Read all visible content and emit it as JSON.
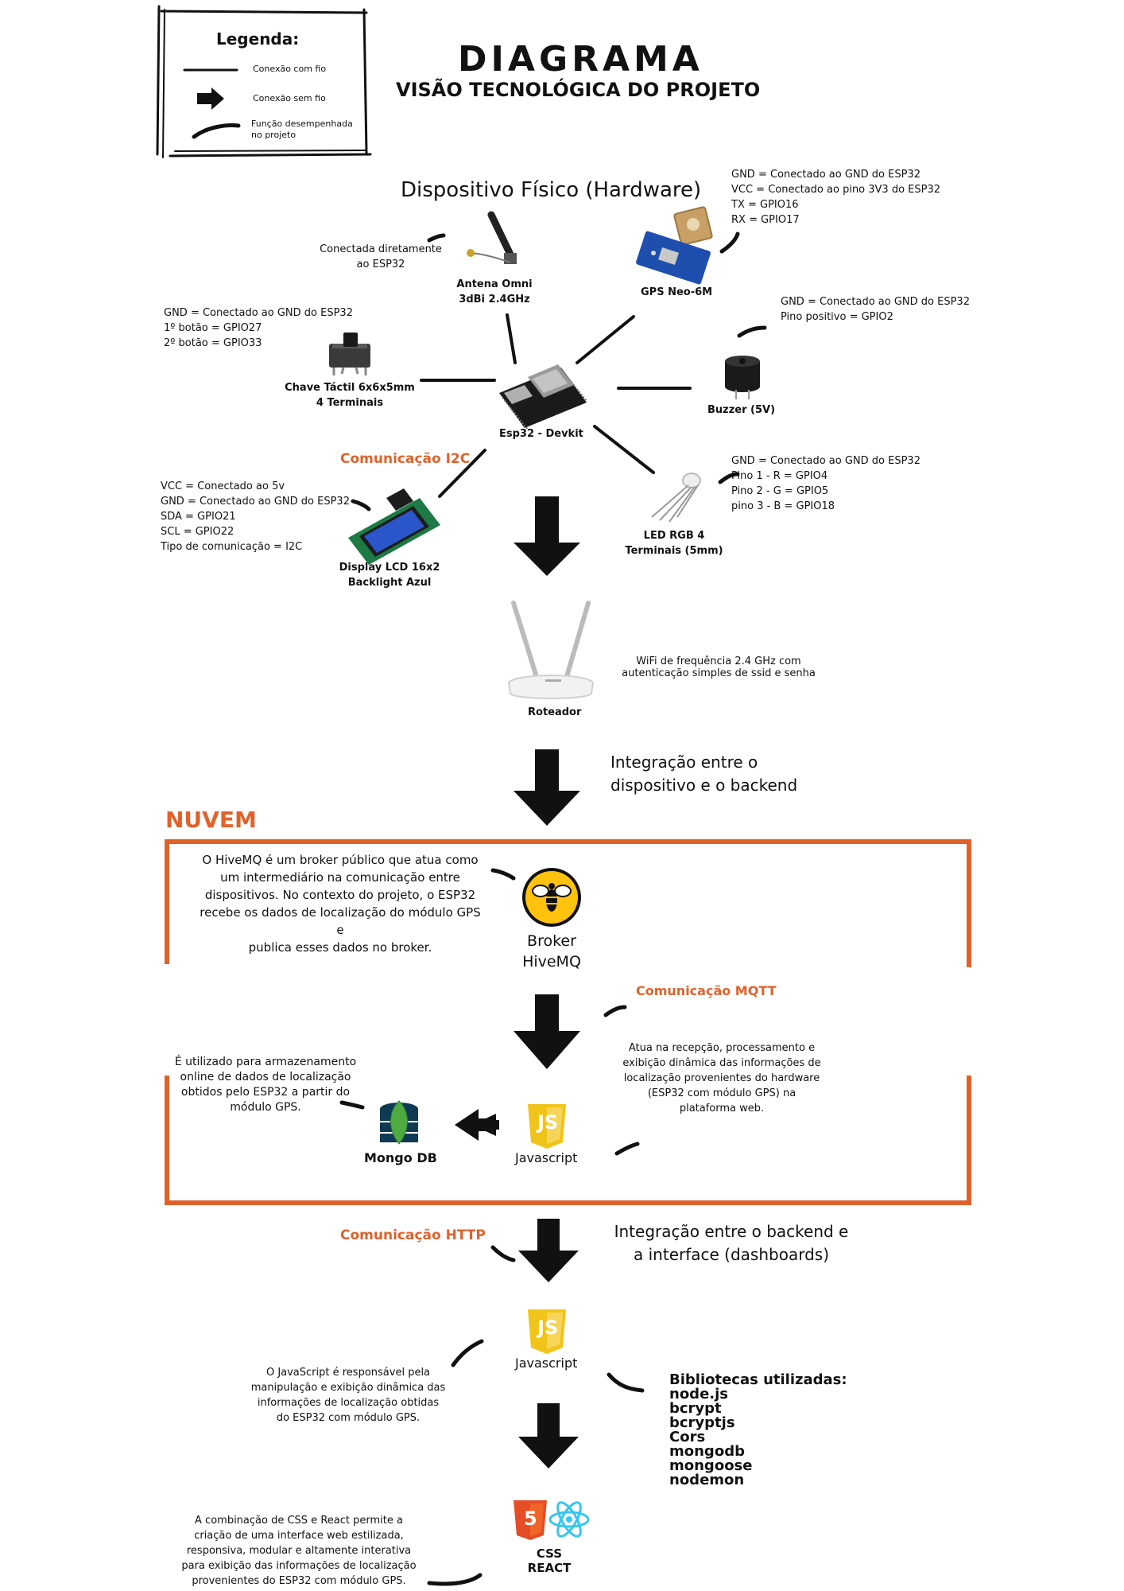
{
  "legend": {
    "title": "Legenda:",
    "wired": "Conexão com fio",
    "wireless": "Conexão sem fio",
    "function": "Função desempenhada\nno projeto"
  },
  "header": {
    "title": "DIAGRAMA",
    "subtitle": "VISÃO TECNOLÓGICA DO PROJETO"
  },
  "hardware": {
    "title": "Dispositivo Físico (Hardware)",
    "antenna": {
      "label": "Antena Omni\n3dBi 2.4GHz",
      "note": "Conectada diretamente\nao ESP32"
    },
    "gps": {
      "label": "GPS Neo-6M",
      "note": "GND = Conectado ao GND do ESP32\nVCC = Conectado ao pino 3V3 do ESP32\nTX = GPIO16\nRX = GPIO17"
    },
    "button": {
      "label": "Chave Táctil 6x6x5mm\n4 Terminais",
      "note": "GND = Conectado ao GND do ESP32\n1º botão = GPIO27\n2º botão = GPIO33"
    },
    "buzzer": {
      "label": "Buzzer (5V)",
      "note": "GND = Conectado ao GND do ESP32\nPino positivo = GPIO2"
    },
    "esp32": {
      "label": "Esp32 - Devkit"
    },
    "i2c": "Comunicação I2C",
    "lcd": {
      "label": "Display LCD 16x2\nBacklight Azul",
      "note": "VCC = Conectado ao 5v\nGND = Conectado ao GND do ESP32\nSDA = GPIO21\nSCL = GPIO22\nTipo de comunicação = I2C"
    },
    "led": {
      "label": "LED RGB 4\nTerminais (5mm)",
      "note": "GND = Conectado ao GND do ESP32\nPino 1 - R = GPIO4\nPino 2 - G = GPIO5\npino 3 - B = GPIO18"
    }
  },
  "router": {
    "label": "Roteador",
    "note": "WiFi de frequência 2.4 GHz com\nautenticação simples de ssid e senha"
  },
  "integration_backend": "Integração entre o\ndispositivo e o backend",
  "cloud": {
    "title": "NUVEM",
    "hivemq_note": "O HiveMQ é um broker público que atua como\num intermediário na comunicação entre\ndispositivos. No contexto do projeto, o ESP32\nrecebe os dados de localização do módulo GPS e\npublica esses dados no broker.",
    "hivemq_label": "Broker\nHiveMQ"
  },
  "mqtt": "Comunicação MQTT",
  "backend": {
    "mongo_note": "É utilizado para armazenamento\nonline de dados de localização\nobtidos pelo ESP32 a partir do\nmódulo GPS.",
    "mongo_label": "Mongo DB",
    "js_label": "Javascript",
    "js_note": "Atua na recepção, processamento e\nexibição dinâmica das informações de\nlocalização provenientes do hardware\n(ESP32 com módulo GPS) na\nplataforma web."
  },
  "http": "Comunicação HTTP",
  "integration_front": "Integração entre o backend e\na interface (dashboards)",
  "frontend_js": {
    "label": "Javascript",
    "note": "O JavaScript é responsável pela\nmanipulação e exibição dinâmica das\ninformações de localização obtidas\ndo ESP32 com módulo GPS.",
    "libs_title": "Bibliotecas utilizadas:",
    "libs": [
      "node.js",
      "bcrypt",
      "bcryptjs",
      "Cors",
      "mongodb",
      "mongoose",
      "nodemon"
    ]
  },
  "ui": {
    "label": "CSS\nREACT",
    "note": "A combinação de CSS e React permite a\ncriação de uma interface web estilizada,\nresponsiva, modular e altamente interativa\npara exibição das informações de localização\nprovenientes do ESP32 com módulo GPS."
  },
  "icons": [
    "antenna-icon",
    "gps-module-icon",
    "tactile-button-icon",
    "buzzer-icon",
    "esp32-board-icon",
    "lcd-display-icon",
    "rgb-led-icon",
    "router-icon",
    "hivemq-bee-icon",
    "mongodb-icon",
    "javascript-icon",
    "html5-icon",
    "react-icon"
  ],
  "colors": {
    "accent": "#e0622b",
    "ink": "#111111",
    "js_yellow": "#f0c419",
    "mongo_green": "#4faa41",
    "mongo_navy": "#0e3a53",
    "lcd_blue": "#2a56c9",
    "html_orange": "#e44d26",
    "react_cyan": "#35c6f0"
  }
}
